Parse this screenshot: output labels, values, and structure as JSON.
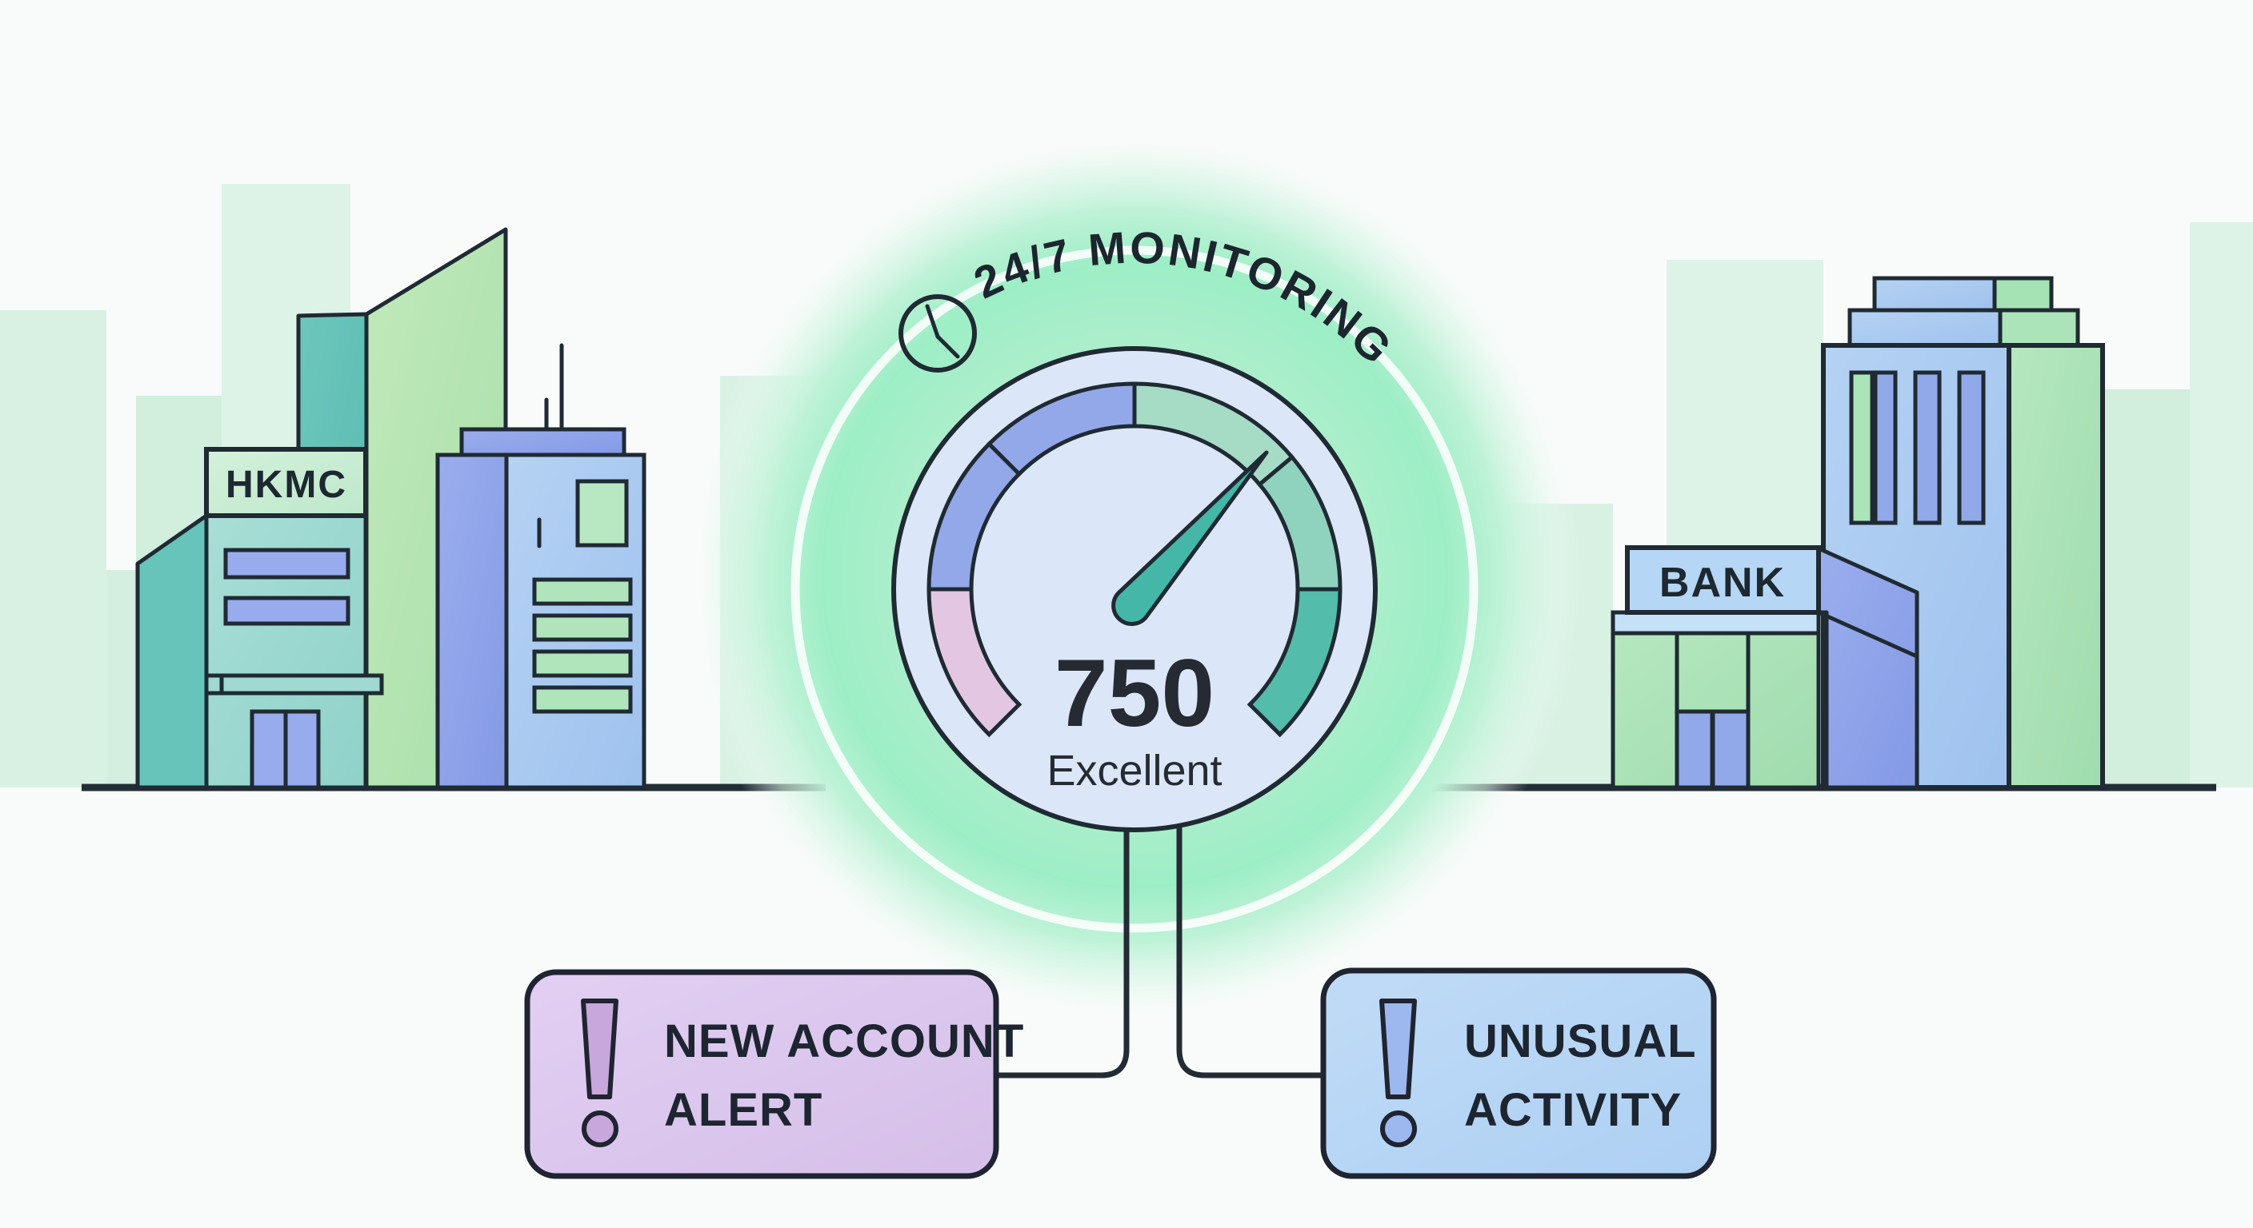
{
  "scene": {
    "description": "Credit monitoring illustration with city skyline, credit-score gauge and alert callouts"
  },
  "monitoring": {
    "label": "24/7 MONITORING",
    "icon": "clock"
  },
  "gauge": {
    "score": "750",
    "rating": "Excellent",
    "sweep_degrees": 270,
    "needle_points_to_degrees": 45,
    "segments": [
      {
        "name": "segment-1",
        "color": "#e3c7e2"
      },
      {
        "name": "segment-2",
        "color": "#93a8e9"
      },
      {
        "name": "segment-3",
        "color": "#93a8e9"
      },
      {
        "name": "segment-4",
        "color": "#a6dcc6"
      },
      {
        "name": "segment-5",
        "color": "#8fd3be"
      },
      {
        "name": "segment-6",
        "color": "#54bcab"
      }
    ],
    "face_color": "#dbe7f8",
    "needle_color": "#45b7a8",
    "glow_color": "#9deec6"
  },
  "alerts": [
    {
      "line1": "NEW ACCOUNT",
      "line2": "ALERT",
      "fill": "#dcc9ee",
      "icon": "exclamation"
    },
    {
      "line1": "UNUSUAL",
      "line2": "ACTIVITY",
      "fill": "#b9d6f5",
      "icon": "exclamation"
    }
  ],
  "buildings": {
    "left_sign": "HKMC",
    "right_sign": "BANK"
  },
  "palette": {
    "sky": "#f9fbfb",
    "skyline_mint": "#d7f0e1",
    "teal_facade": "#9fd9d1",
    "teal_dark": "#66c4ba",
    "green_building": "#b7e5b2",
    "periwinkle": "#92a7ea",
    "light_blue": "#abc8f1",
    "bank_green": "#ace3ba",
    "outline": "#1f2a33"
  }
}
